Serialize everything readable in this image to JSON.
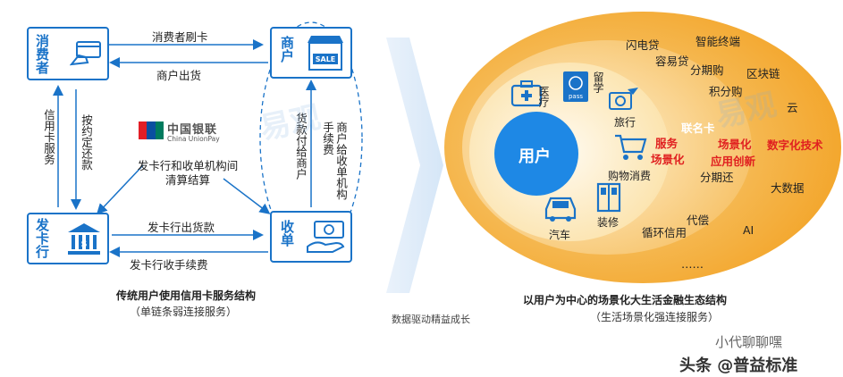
{
  "left": {
    "nodes": {
      "consumer": "消费者",
      "merchant": "商户",
      "issuer": "发卡行",
      "acquirer": "收单"
    },
    "edges": {
      "consumer_swipe": "消费者刷卡",
      "merchant_ship": "商户出货",
      "credit_service": "信用卡服务",
      "repay": "按约定还款",
      "unionpay_settle": "发卡行和收单机构间清算结算",
      "pay_to_merchant": "货款付给商户",
      "merchant_fee": "商户给收单机构手续费",
      "issuer_pay": "发卡行出货款",
      "issuer_fee": "发卡行收手续费"
    },
    "unionpay_logo": {
      "cn": "中国银联",
      "en": "China UnionPay",
      "card": "UnionPay 银联"
    },
    "sale_sign": "SALE",
    "caption": "传统用户使用信用卡服务结构",
    "subcaption": "（单链条弱连接服务）"
  },
  "middle": {
    "label": "数据驱动精益成长"
  },
  "right": {
    "center": "用户",
    "icons": [
      {
        "name": "medical",
        "label": "医疗"
      },
      {
        "name": "travel-abroad",
        "label": "留学"
      },
      {
        "name": "tourism",
        "label": "旅行"
      },
      {
        "name": "shopping",
        "label": "购物消费"
      },
      {
        "name": "car",
        "label": "汽车"
      },
      {
        "name": "decoration",
        "label": "装修"
      }
    ],
    "passport_text": "pass",
    "terms_black": [
      "闪电贷",
      "智能终端",
      "容易贷",
      "分期购",
      "区块链",
      "积分购",
      "云",
      "联名卡",
      "分期还",
      "大数据",
      "代偿",
      "循环信用",
      "AI",
      "……"
    ],
    "terms_red": [
      "服务",
      "场景化",
      "场景化",
      "应用创新",
      "数字化技术"
    ],
    "caption": "以用户为中心的场景化大生活金融生态结构",
    "subcaption": "（生活场景化强连接服务）"
  },
  "watermarks": {
    "left": "易观",
    "right": "易观",
    "footer": "头条 @普益标准",
    "footer2": "小代聊聊嘿"
  },
  "colors": {
    "primary_blue": "#1a73c8",
    "orange_outer": "#f5a623",
    "orange_mid": "#f7c46c",
    "orange_inner": "#fbe2a9",
    "user_circle": "#1e88e5",
    "red_text": "#e02020"
  }
}
